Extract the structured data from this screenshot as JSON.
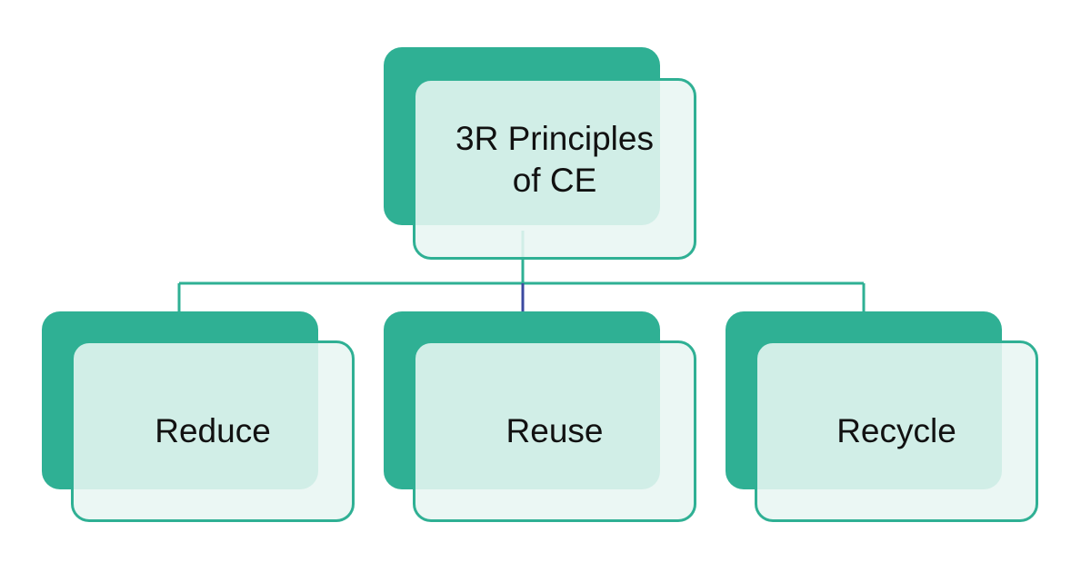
{
  "diagram": {
    "root": {
      "label": "3R Principles of CE"
    },
    "children": [
      {
        "label": "Reduce"
      },
      {
        "label": "Reuse"
      },
      {
        "label": "Recycle"
      }
    ]
  },
  "colors": {
    "accent": "#2fb094",
    "box_fill": "#e8f6f3",
    "text": "#111111",
    "center_tick": "#3b4aa0"
  }
}
